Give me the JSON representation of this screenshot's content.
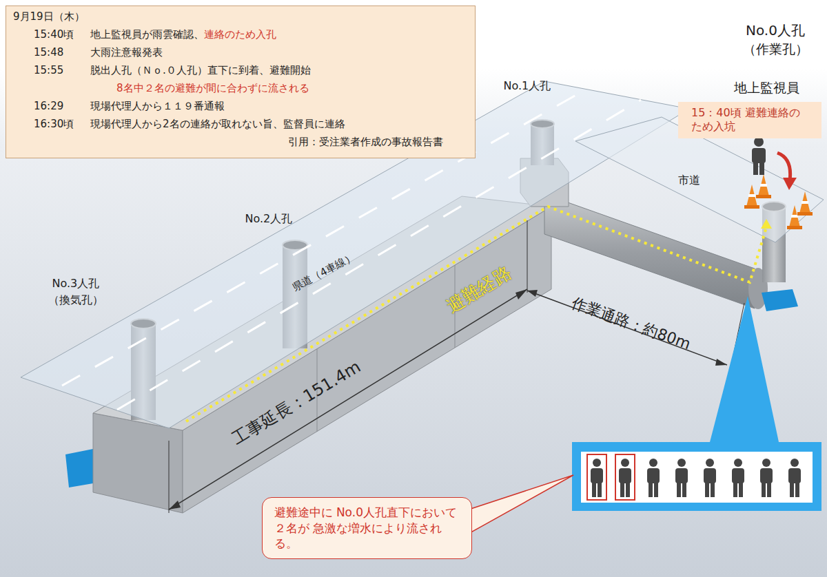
{
  "diagram": {
    "nodes": [
      {
        "text": [
          "9月19日（木）",
          "15:40頃",
          "地上監視員が雨雲確認、",
          "連絡のため入孔",
          "15:48",
          "大雨注意報発表",
          "15:55",
          "脱出人孔（Ｎｏ.０人孔）直下に到着、避難開始",
          "8名中２名の避難が間に合わずに流される",
          "16:29",
          "現場代理人から１１９番通報",
          "16:30頃",
          "現場代理人から2名の連絡が取れない旨、監督員に連絡",
          "引用：受注業者作成の事故報告書"
        ]
      },
      {
        "text": [
          "15：40頃 避難連絡のため入坑"
        ]
      },
      {
        "text": [
          "避難途中に No.0人孔直下において２名が 急激な増水により流される。"
        ]
      }
    ],
    "labels": [
      "No.0人孔",
      "（作業孔）",
      "地上監視員",
      "No.1人孔",
      "市道",
      "No.2人孔",
      "県道（4車線）",
      "No.3人孔",
      "（換気孔）",
      "避難経路",
      "作業通路：約80m",
      "工事延長：151.4m"
    ]
  }
}
